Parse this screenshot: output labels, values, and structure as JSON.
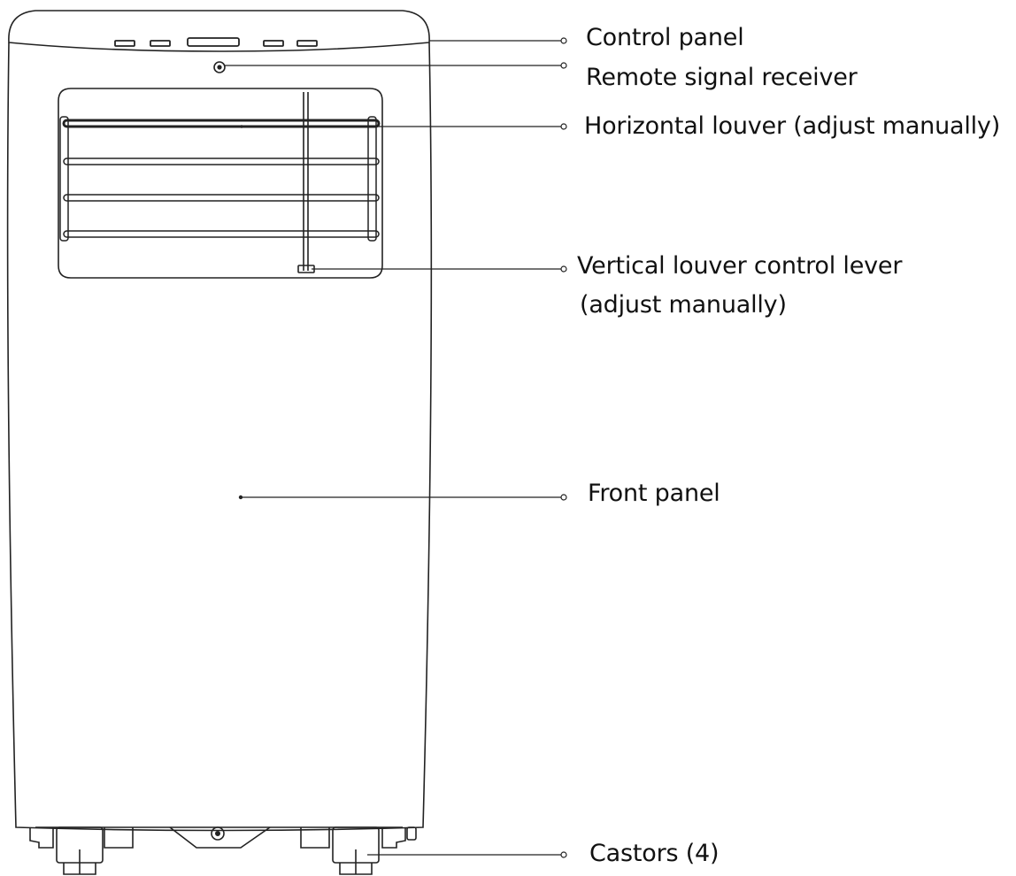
{
  "callouts": {
    "control_panel": "Control panel",
    "remote_receiver": "Remote signal receiver",
    "horizontal_louver": "Horizontal louver (adjust manually)",
    "vertical_lever_line1": "Vertical louver control lever",
    "vertical_lever_line2": "(adjust manually)",
    "front_panel": "Front panel",
    "castors": "Castors (4)"
  },
  "colors": {
    "line": "#222222"
  }
}
